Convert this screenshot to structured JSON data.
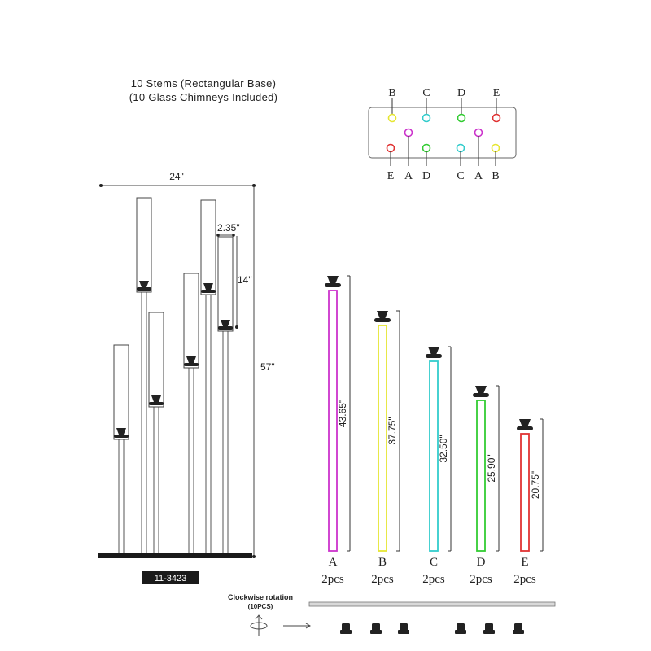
{
  "header": {
    "line1": "10 Stems (Rectangular Base)",
    "line2": "(10 Glass Chimneys Included)"
  },
  "model": {
    "code": "11-3423"
  },
  "dimensions": {
    "width": "24\"",
    "height": "57\"",
    "chimney_diameter": "2.35\"",
    "chimney_height": "14\""
  },
  "layout_top_labels": [
    "B",
    "C",
    "D",
    "E"
  ],
  "layout_bottom_labels": [
    "E",
    "A",
    "D",
    "C",
    "A",
    "B"
  ],
  "stems": [
    {
      "id": "A",
      "length": "43.65\"",
      "qty": "2pcs",
      "color": "#cc33cc"
    },
    {
      "id": "B",
      "length": "37.75\"",
      "qty": "2pcs",
      "color": "#e6e633"
    },
    {
      "id": "C",
      "length": "32.50\"",
      "qty": "2pcs",
      "color": "#33cccc"
    },
    {
      "id": "D",
      "length": "25.90\"",
      "qty": "2pcs",
      "color": "#33cc33"
    },
    {
      "id": "E",
      "length": "20.75\"",
      "qty": "2pcs",
      "color": "#e03333"
    }
  ],
  "rotation": {
    "label": "Clockwise rotation",
    "count": "(10PCS)"
  }
}
